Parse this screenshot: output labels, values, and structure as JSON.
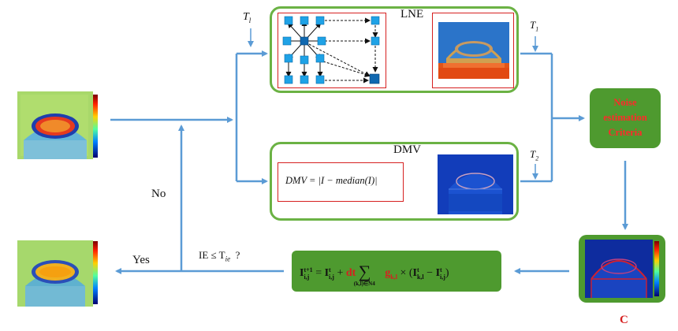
{
  "labels": {
    "lne": "LNE",
    "dmv": "DMV",
    "no": "No",
    "yes": "Yes",
    "c": "C",
    "noise_line1": "Noise",
    "noise_line2": "estimation",
    "noise_line3": "Criteria",
    "dmv_formula": "DMV = |I − median(I)|",
    "condition": "IE ≤ T",
    "condition_sub": "ie",
    "condition_q": "?",
    "t_l": "T",
    "t_l_sub": "l",
    "t_1": "T",
    "t_1_sub": "1",
    "t_2": "T",
    "t_2_sub": "2",
    "update_lhs": "I",
    "update_lhs_sup": "t+1",
    "update_lhs_sub": "i,j",
    "update_eq": " = ",
    "update_i": "I",
    "update_i_sup": "t",
    "update_i_sub": "i,j",
    "update_plus": " + ",
    "update_dt": "dt",
    "update_sum_sub": "(k,l)∈N4",
    "update_g": "g",
    "update_g_sub": "k,l",
    "update_times": " × (",
    "update_ikl": "I",
    "update_ikl_sup": "t",
    "update_ikl_sub": "k,l",
    "update_minus": " − ",
    "update_iij": "I",
    "update_iij_sup": "t",
    "update_iij_sub": "i,j",
    "update_close": ")"
  },
  "colors": {
    "arrow": "#5b9bd5",
    "box_green": "#6bb244",
    "box_red": "#d62020",
    "fill_green": "#4e9a2f",
    "text_red": "#ff2a2a",
    "node_blue": "#1fa2e6"
  }
}
